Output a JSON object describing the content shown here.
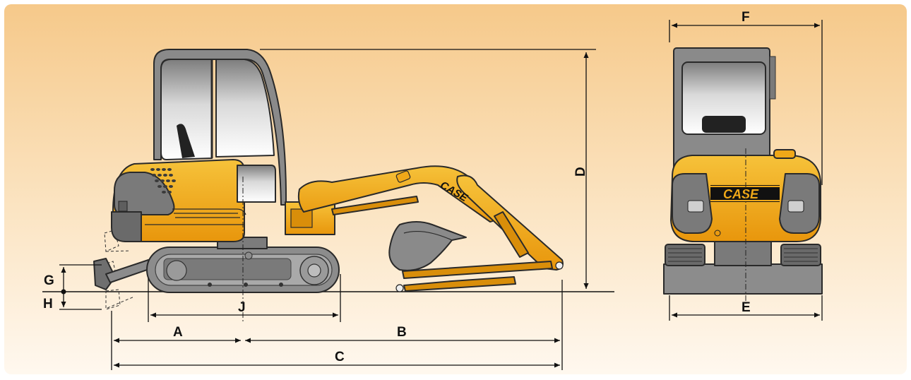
{
  "colors": {
    "background_top": "#f6c98a",
    "background_bottom": "#fff8ef",
    "machine_yellow": "#f0a818",
    "body_grey": "#8a8a8a",
    "track_grey": "#9a9a9a",
    "line": "#111111"
  },
  "side_view": {
    "brand_text": "CASE",
    "dimensions": {
      "a": "A",
      "b": "B",
      "c": "C",
      "d": "D",
      "g": "G",
      "h": "H",
      "j": "J"
    }
  },
  "rear_view": {
    "brand_text": "CASE",
    "dimensions": {
      "e": "E",
      "f": "F"
    }
  }
}
